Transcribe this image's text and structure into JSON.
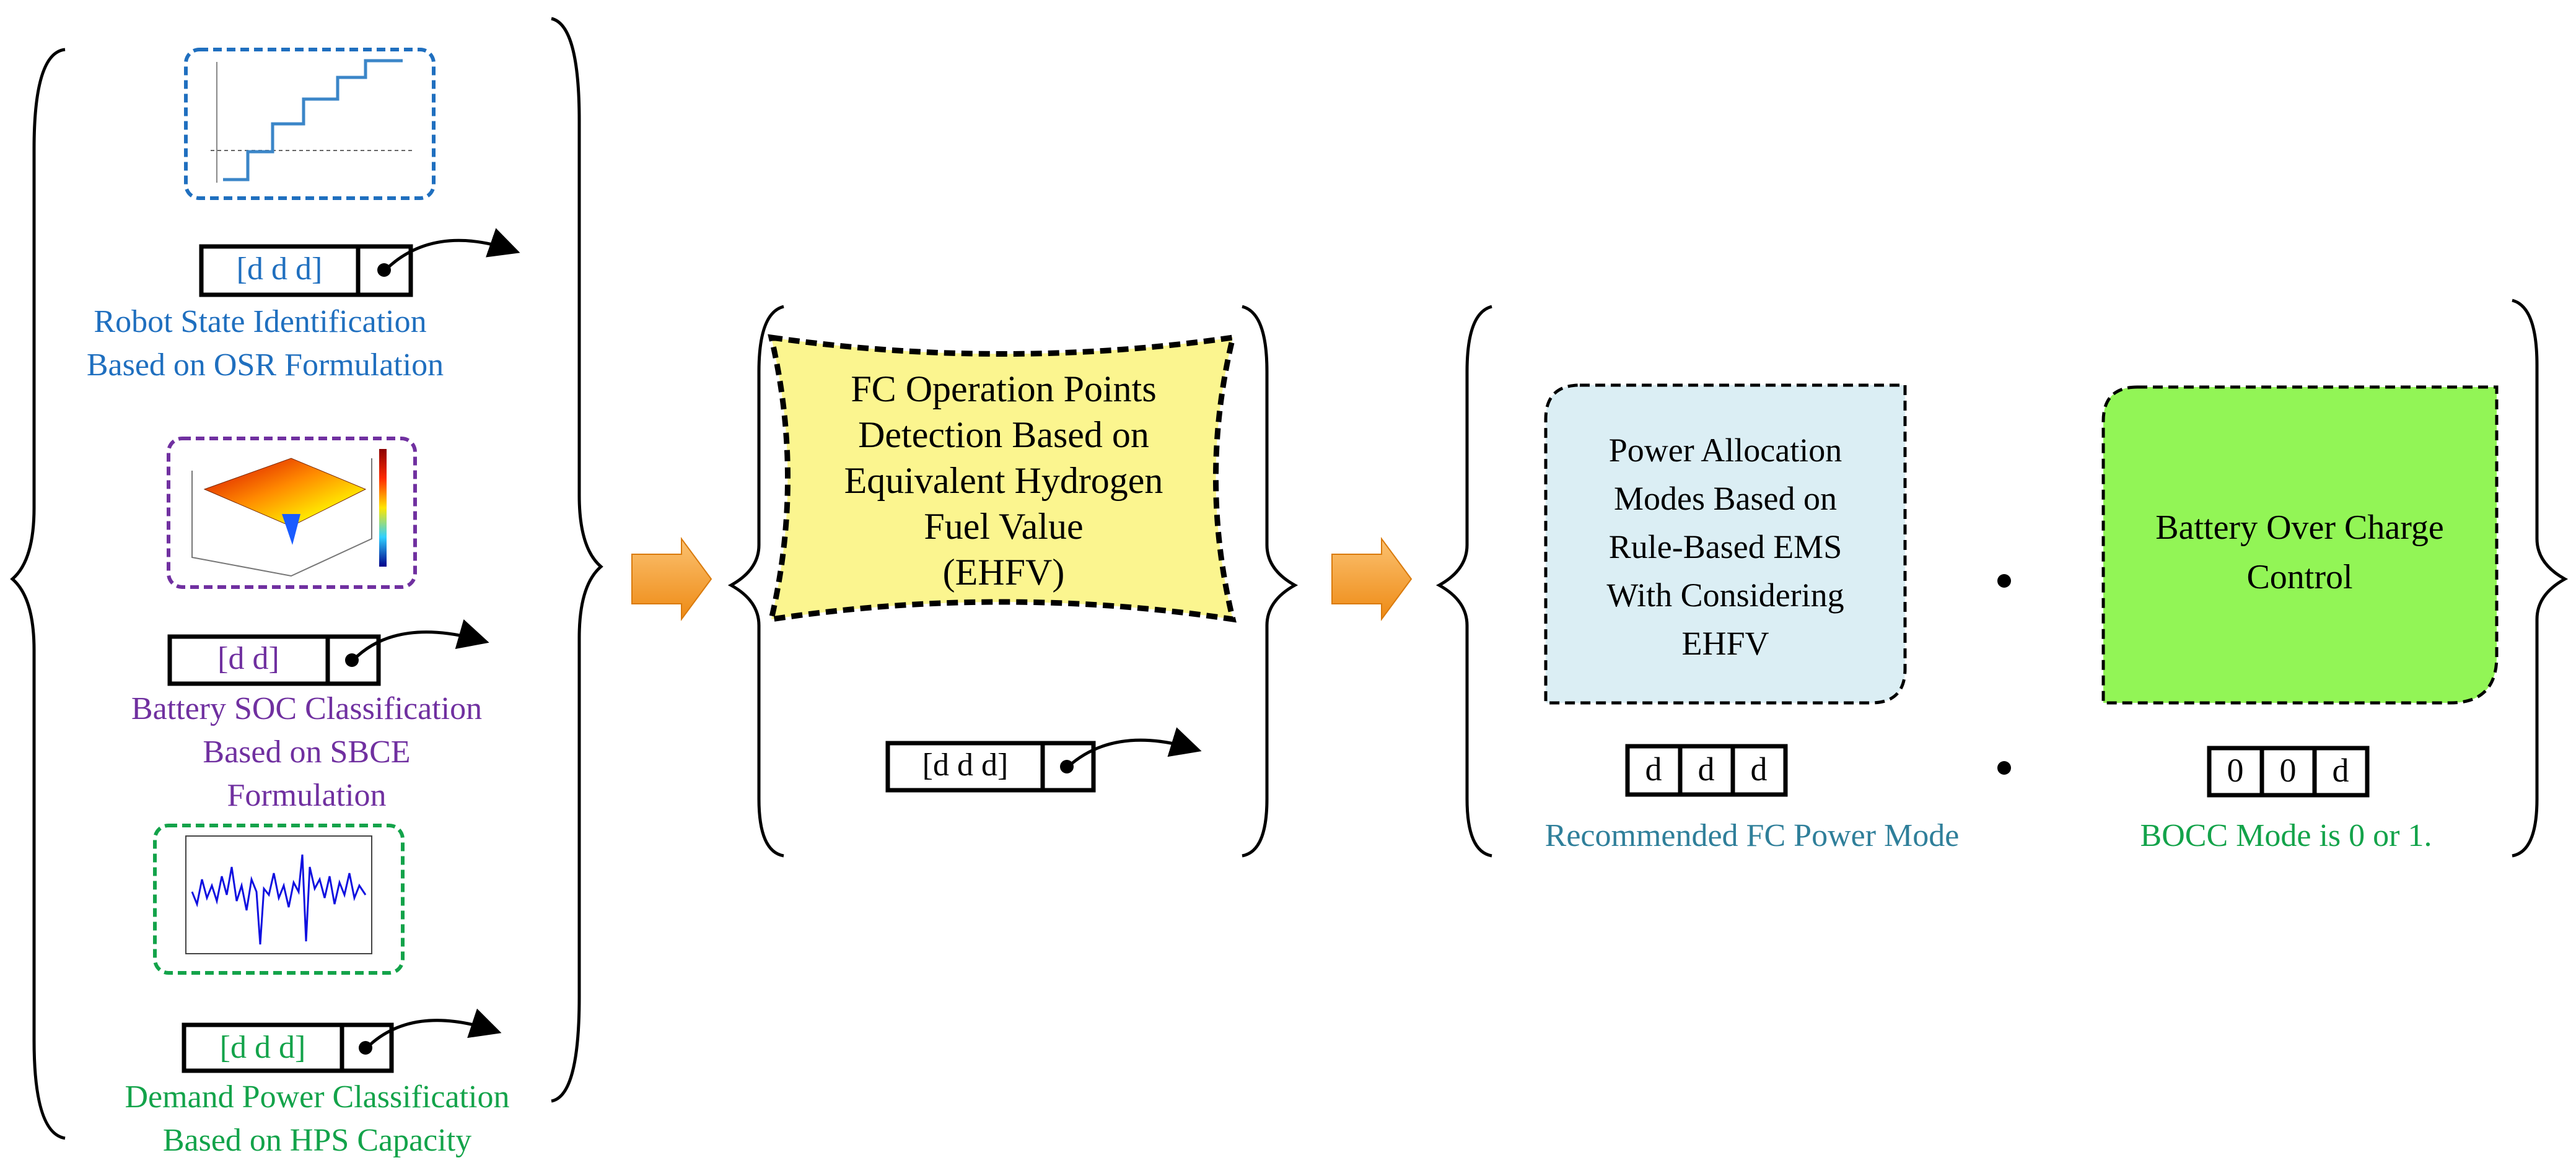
{
  "section1": {
    "robot": {
      "register": "[d d d]",
      "caption_line1": "Robot State Identification",
      "caption_line2": "Based on OSR Formulation",
      "color": "#1f6fbf"
    },
    "battery": {
      "register": "[d d]",
      "caption_line1": "Battery SOC Classification",
      "caption_line2": "Based on SBCE",
      "caption_line3": "Formulation",
      "color": "#7030a0"
    },
    "demand": {
      "register": "[d d d]",
      "caption_line1": "Demand Power Classification",
      "caption_line2": "Based on HPS Capacity",
      "color": "#13a34a"
    }
  },
  "section2": {
    "box_line1": "FC  Operation Points",
    "box_line2": "Detection Based on",
    "box_line3": "Equivalent Hydrogen",
    "box_line4": "Fuel Value",
    "box_line5": "(EHFV)",
    "register": "[d d d]",
    "fill_color": "#fbf58f"
  },
  "section3": {
    "power": {
      "line1": "Power Allocation",
      "line2": "Modes Based on",
      "line3": "Rule-Based EMS",
      "line4": "With Considering",
      "line5": "EHFV",
      "cells": [
        "d",
        "d",
        "d"
      ],
      "caption": "Recommended FC Power Mode",
      "fill_color": "#dbeef4",
      "caption_color": "#2f7f9a"
    },
    "bocc": {
      "line1": "Battery Over Charge",
      "line2": "Control",
      "cells": [
        "0",
        "0",
        "d"
      ],
      "caption": "BOCC Mode is 0 or 1.",
      "fill_color": "#92f556",
      "caption_color": "#13a34a"
    }
  },
  "colors": {
    "arrow": "#f39a2b",
    "ink": "#000000",
    "robot_border": "#1f6fbf",
    "soc_border": "#7030a0",
    "demand_border": "#13a34a",
    "signal": "#1010e0"
  }
}
